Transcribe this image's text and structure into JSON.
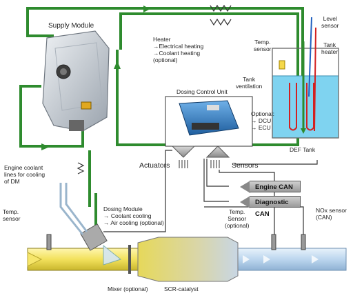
{
  "labels": {
    "supply_module": "Supply Module",
    "level_sensor_1": "Level",
    "level_sensor_2": "sensor",
    "temp_sensor_tank_1": "Temp.",
    "temp_sensor_tank_2": "sensor",
    "tank_heater_1": "Tank",
    "tank_heater_2": "heater",
    "tank_vent_1": "Tank",
    "tank_vent_2": "ventilation",
    "def_tank": "DEF Tank",
    "heater_1": "Heater",
    "heater_2": "→Electrical heating",
    "heater_3": "→Coolant heating",
    "heater_4": "(optional)",
    "dcu_title": "Dosing Control Unit",
    "optional_1": "Optional:",
    "optional_2": "→ DCU",
    "optional_3": "→ ECU",
    "actuators": "Actuators",
    "sensors": "Sensors",
    "engine_can": "Engine CAN",
    "diagnostic_can": "Diagnostic CAN",
    "engine_coolant_1": "Engine coolant",
    "engine_coolant_2": "lines for cooling",
    "engine_coolant_3": "of DM",
    "temp_sensor_left_1": "Temp.",
    "temp_sensor_left_2": "sensor",
    "dosing_module_1": "Dosing Module",
    "dosing_module_2": "→ Coolant cooling",
    "dosing_module_3": "→ Air cooling (optional)",
    "temp_sensor_opt_1": "Temp.",
    "temp_sensor_opt_2": "Sensor",
    "temp_sensor_opt_3": "(optional)",
    "nox_1": "NOx sensor",
    "nox_2": "(CAN)",
    "mixer": "Mixer (optional)",
    "scr": "SCR-catalyst"
  },
  "colors": {
    "line_green": "#2e8b2e",
    "exhaust_yellow": "#f2e15c",
    "exhaust_blue": "#b8d4ee",
    "def_blue": "#7fd3f0",
    "dcu_blue": "#3a7fc4",
    "red_line": "#d32020"
  }
}
